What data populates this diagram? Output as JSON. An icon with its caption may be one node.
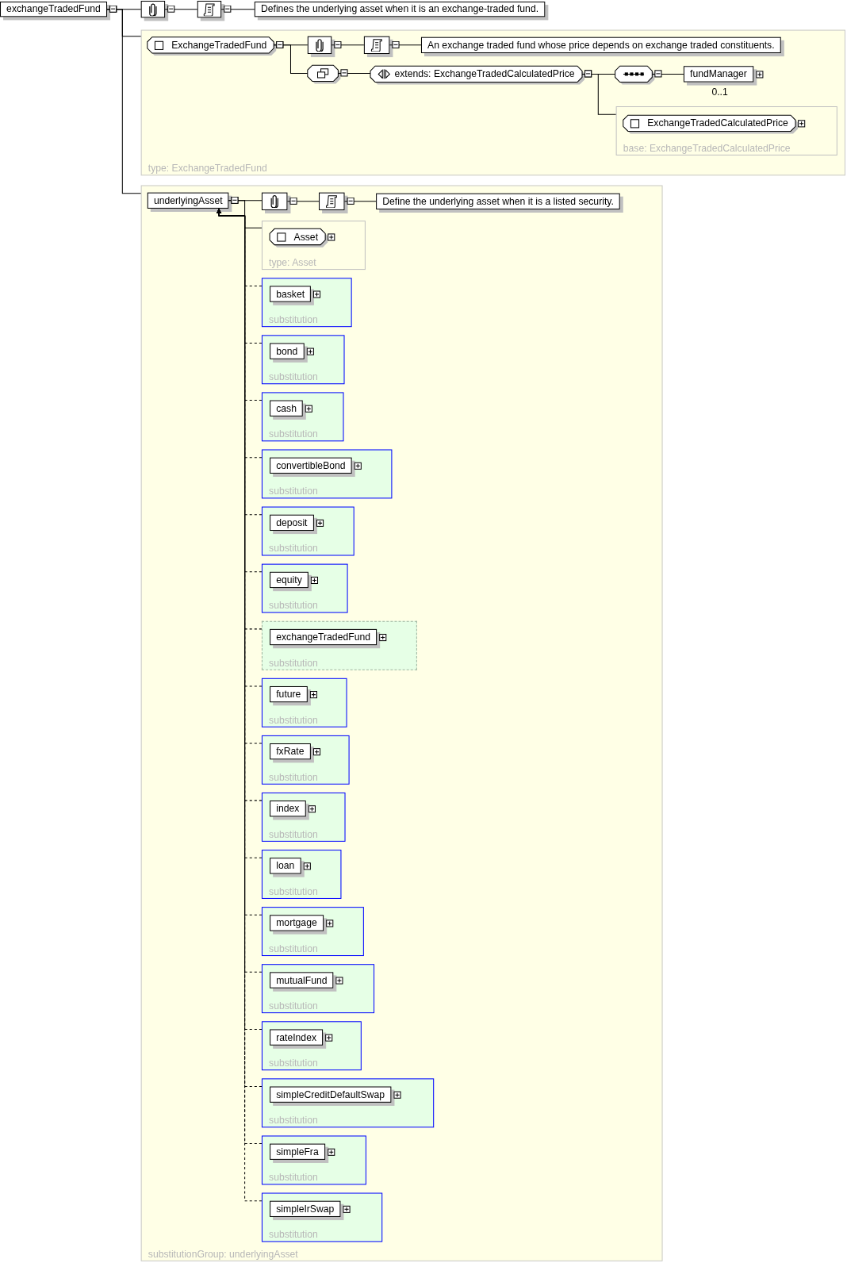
{
  "diagram": {
    "nodes": [
      {
        "text": [
          "exchangeTradedFund"
        ]
      },
      {
        "text": [],
        "shape": "box"
      },
      {
        "text": [],
        "shape": "box"
      },
      {
        "text": [
          "Defines the underlying asset when it is an exchange-traded fund."
        ]
      },
      {
        "text": [
          "type: ExchangeTradedFund"
        ]
      },
      {
        "text": [
          "ExchangeTradedFund"
        ],
        "in": 4
      },
      {
        "text": [],
        "shape": "box",
        "in": 4
      },
      {
        "text": [],
        "shape": "box",
        "in": 4
      },
      {
        "text": [
          "An exchange traded fund whose price depends on exchange traded constituents."
        ],
        "in": 4
      },
      {
        "text": [],
        "shape": "octagon",
        "in": 4
      },
      {
        "text": [
          "extends: ExchangeTradedCalculatedPrice"
        ],
        "in": 4
      },
      {
        "text": [],
        "shape": "octagon",
        "in": 4
      },
      {
        "text": [
          "fundManager"
        ],
        "beside": [
          "0..1"
        ],
        "in": 4
      },
      {
        "text": [
          "base: ExchangeTradedCalculatedPrice"
        ],
        "in": 4
      },
      {
        "text": [
          "ExchangeTradedCalculatedPrice"
        ],
        "in": 13
      },
      {
        "text": [
          "substitutionGroup: underlyingAsset"
        ]
      },
      {
        "text": [
          "underlyingAsset"
        ],
        "in": 15
      },
      {
        "text": [],
        "shape": "box",
        "in": 15
      },
      {
        "text": [],
        "shape": "box",
        "in": 15
      },
      {
        "text": [
          "Define the underlying asset when it is a listed security."
        ],
        "in": 15
      },
      {
        "text": [
          "type: Asset"
        ],
        "in": 15
      },
      {
        "text": [
          "Asset"
        ],
        "in": 20
      },
      {
        "text": [
          "substitution"
        ],
        "in": 15
      },
      {
        "text": [
          "basket"
        ],
        "in": 22
      },
      {
        "text": [
          "substitution"
        ],
        "in": 15
      },
      {
        "text": [
          "bond"
        ],
        "in": 24
      },
      {
        "text": [
          "substitution"
        ],
        "in": 15
      },
      {
        "text": [
          "cash"
        ],
        "in": 26
      },
      {
        "text": [
          "substitution"
        ],
        "in": 15
      },
      {
        "text": [
          "convertibleBond"
        ],
        "in": 28
      },
      {
        "text": [
          "substitution"
        ],
        "in": 15
      },
      {
        "text": [
          "deposit"
        ],
        "in": 30
      },
      {
        "text": [
          "substitution"
        ],
        "in": 15
      },
      {
        "text": [
          "equity"
        ],
        "in": 32
      },
      {
        "text": [
          "substitution"
        ],
        "in": 15
      },
      {
        "text": [
          "exchangeTradedFund"
        ],
        "in": 34
      },
      {
        "text": [
          "substitution"
        ],
        "in": 15
      },
      {
        "text": [
          "future"
        ],
        "in": 36
      },
      {
        "text": [
          "substitution"
        ],
        "in": 15
      },
      {
        "text": [
          "fxRate"
        ],
        "in": 38
      },
      {
        "text": [
          "substitution"
        ],
        "in": 15
      },
      {
        "text": [
          "index"
        ],
        "in": 40
      },
      {
        "text": [
          "substitution"
        ],
        "in": 15
      },
      {
        "text": [
          "loan"
        ],
        "in": 42
      },
      {
        "text": [
          "substitution"
        ],
        "in": 15
      },
      {
        "text": [
          "mortgage"
        ],
        "in": 44
      },
      {
        "text": [
          "substitution"
        ],
        "in": 15
      },
      {
        "text": [
          "mutualFund"
        ],
        "in": 46
      },
      {
        "text": [
          "substitution"
        ],
        "in": 15
      },
      {
        "text": [
          "rateIndex"
        ],
        "in": 48
      },
      {
        "text": [
          "substitution"
        ],
        "in": 15
      },
      {
        "text": [
          "simpleCreditDefaultSwap"
        ],
        "in": 50
      },
      {
        "text": [
          "substitution"
        ],
        "in": 15
      },
      {
        "text": [
          "simpleFra"
        ],
        "in": 52
      },
      {
        "text": [
          "substitution"
        ],
        "in": 15
      },
      {
        "text": [
          "simpleIrSwap"
        ],
        "in": 54
      }
    ],
    "edges": [
      {
        "from": 0,
        "to": 1,
        "arrow": "other"
      },
      {
        "from": 1,
        "to": 2,
        "arrow": "other"
      },
      {
        "from": 2,
        "to": 3,
        "arrow": "other"
      },
      {
        "from": 0,
        "to": 4,
        "arrow": "other"
      },
      {
        "from": 0,
        "to": 15,
        "arrow": "other"
      },
      {
        "from": 5,
        "to": 6,
        "arrow": "other"
      },
      {
        "from": 6,
        "to": 7,
        "arrow": "other"
      },
      {
        "from": 7,
        "to": 8,
        "arrow": "other"
      },
      {
        "from": 5,
        "to": 9,
        "arrow": "other"
      },
      {
        "from": 9,
        "to": 10,
        "arrow": "other"
      },
      {
        "from": 10,
        "to": 11,
        "arrow": "other"
      },
      {
        "from": 11,
        "to": 12,
        "arrow": "other"
      },
      {
        "from": 10,
        "to": 13,
        "arrow": "other"
      },
      {
        "from": 16,
        "to": 17,
        "arrow": "other"
      },
      {
        "from": 17,
        "to": 18,
        "arrow": "other"
      },
      {
        "from": 18,
        "to": 19,
        "arrow": "other"
      },
      {
        "from": 16,
        "to": 20,
        "arrow": "other"
      },
      {
        "from": 22,
        "to": 16,
        "arrow": "to",
        "style": "dashed"
      },
      {
        "from": 24,
        "to": 16,
        "arrow": "to",
        "style": "dashed"
      },
      {
        "from": 26,
        "to": 16,
        "arrow": "to",
        "style": "dashed"
      },
      {
        "from": 28,
        "to": 16,
        "arrow": "to",
        "style": "dashed"
      },
      {
        "from": 30,
        "to": 16,
        "arrow": "to",
        "style": "dashed"
      },
      {
        "from": 32,
        "to": 16,
        "arrow": "to",
        "style": "dashed"
      },
      {
        "from": 34,
        "to": 16,
        "arrow": "to",
        "style": "dashed"
      },
      {
        "from": 36,
        "to": 16,
        "arrow": "to",
        "style": "dashed"
      },
      {
        "from": 38,
        "to": 16,
        "arrow": "to",
        "style": "dashed"
      },
      {
        "from": 40,
        "to": 16,
        "arrow": "to",
        "style": "dashed"
      },
      {
        "from": 42,
        "to": 16,
        "arrow": "to",
        "style": "dashed"
      },
      {
        "from": 44,
        "to": 16,
        "arrow": "to",
        "style": "dashed"
      },
      {
        "from": 46,
        "to": 16,
        "arrow": "to",
        "style": "dashed"
      },
      {
        "from": 48,
        "to": 16,
        "arrow": "to",
        "style": "dashed"
      },
      {
        "from": 50,
        "to": 16,
        "arrow": "to",
        "style": "dashed"
      },
      {
        "from": 52,
        "to": 16,
        "arrow": "to",
        "style": "dashed"
      },
      {
        "from": 54,
        "to": 16,
        "arrow": "to",
        "style": "dashed"
      }
    ]
  }
}
